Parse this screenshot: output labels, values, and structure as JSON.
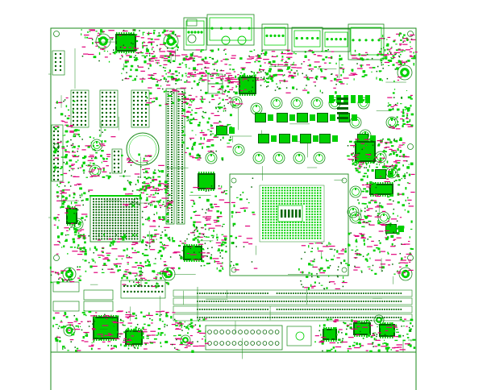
{
  "title": "",
  "colors": {
    "background": "#ffffff",
    "outline": "#1a8a1a",
    "copper": "#00d000",
    "dark_copper": "#006400",
    "silkscreen": "#e0007a",
    "magenta_light": "#ff4fb0"
  },
  "components": [
    {
      "name": "cpu-socket",
      "kind": "socket"
    },
    {
      "name": "chipset-bga",
      "kind": "bga"
    },
    {
      "name": "dimm-slots",
      "kind": "memory-slots"
    },
    {
      "name": "pcie-slots",
      "kind": "expansion-slots"
    },
    {
      "name": "io-connectors",
      "kind": "rear-io"
    },
    {
      "name": "mounting-holes",
      "kind": "holes"
    },
    {
      "name": "capacitor-array",
      "kind": "power"
    }
  ]
}
